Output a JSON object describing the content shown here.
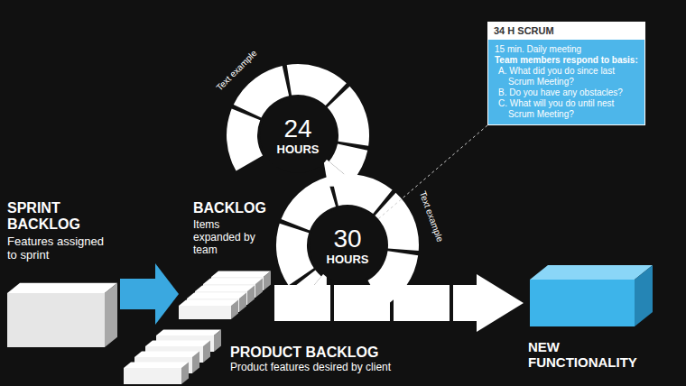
{
  "diagram": {
    "nodes": [
      {
        "text": [
          "SPRINT BACKLOG",
          "Features assigned to sprint"
        ]
      },
      {
        "text": [
          "BACKLOG",
          "Items expanded by team"
        ]
      },
      {
        "text": [
          "PRODUCT BACKLOG",
          "Product features desired by client"
        ]
      },
      {
        "text": [
          "24",
          "HOURS"
        ]
      },
      {
        "text": [
          "30",
          "HOURS"
        ]
      },
      {
        "text": [
          "NEW FUNCTIONALITY"
        ]
      },
      {
        "text": [
          "34 H SCRUM",
          "15 min. Daily meeting",
          "Team members respond to basis:",
          "A. What did you do since last Scrum Meeting?",
          "B. Do you have any obstacles?",
          "C. What will you do until nest Scrum Meeting?"
        ]
      }
    ],
    "edges": [
      {
        "from": 0,
        "to": 1,
        "arrow": "to"
      },
      {
        "from": 1,
        "to": 5,
        "arrow": "to"
      },
      {
        "from": 6,
        "to": 4,
        "arrow": "none"
      }
    ],
    "labels": [
      "Text example",
      "Text example"
    ]
  }
}
